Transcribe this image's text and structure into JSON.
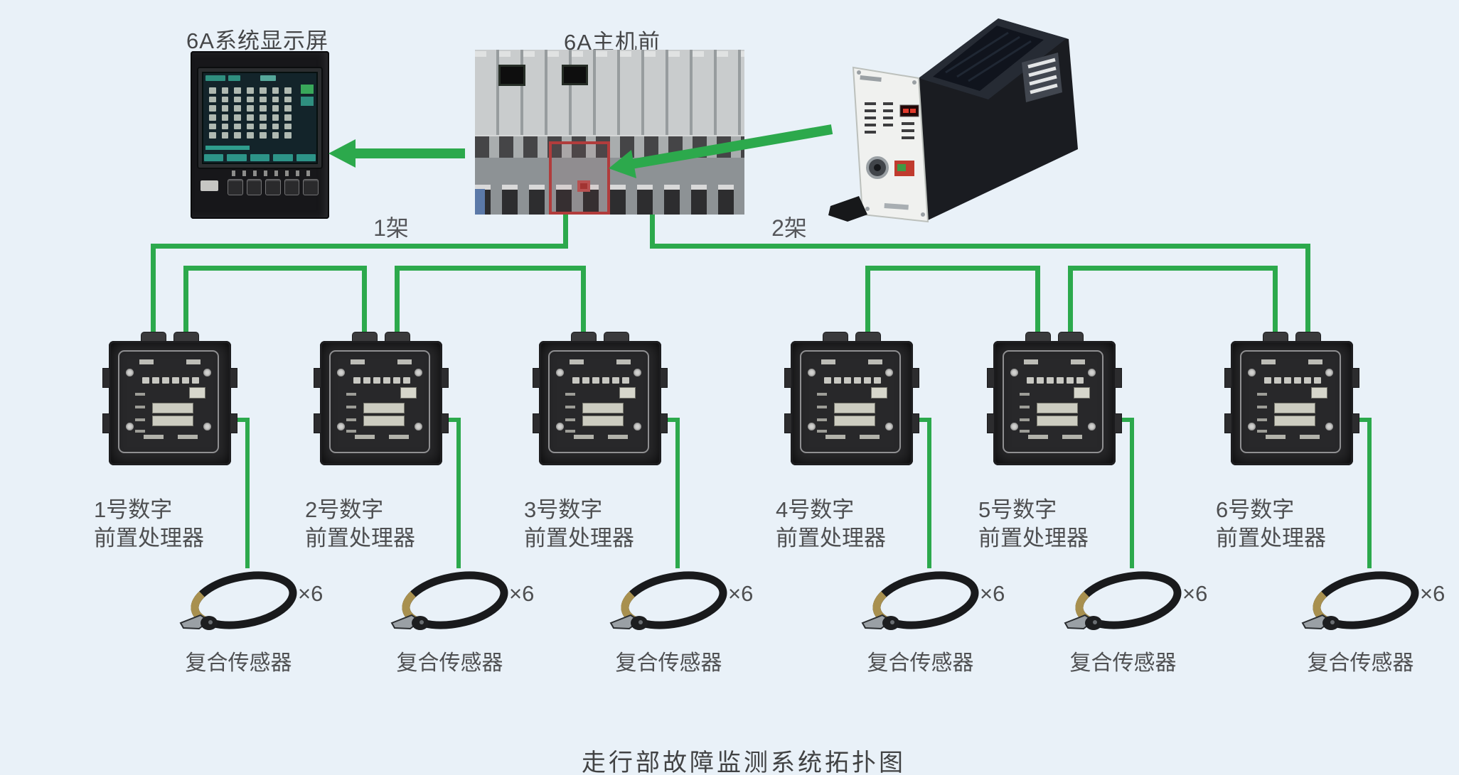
{
  "background": "#e9f1f8",
  "accent_green": "#2ca94c",
  "header": {
    "display_label": "6A系统显示屏",
    "host_label": "6A主机前"
  },
  "racks": {
    "rack1": "1架",
    "rack2": "2架"
  },
  "processors": [
    {
      "line1": "1号数字",
      "line2": "前置处理器",
      "multiplier": "×6",
      "sensor_label": "复合传感器"
    },
    {
      "line1": "2号数字",
      "line2": "前置处理器",
      "multiplier": "×6",
      "sensor_label": "复合传感器"
    },
    {
      "line1": "3号数字",
      "line2": "前置处理器",
      "multiplier": "×6",
      "sensor_label": "复合传感器"
    },
    {
      "line1": "4号数字",
      "line2": "前置处理器",
      "multiplier": "×6",
      "sensor_label": "复合传感器"
    },
    {
      "line1": "5号数字",
      "line2": "前置处理器",
      "multiplier": "×6",
      "sensor_label": "复合传感器"
    },
    {
      "line1": "6号数字",
      "line2": "前置处理器",
      "multiplier": "×6",
      "sensor_label": "复合传感器"
    }
  ],
  "title": "走行部故障监测系统拓扑图"
}
